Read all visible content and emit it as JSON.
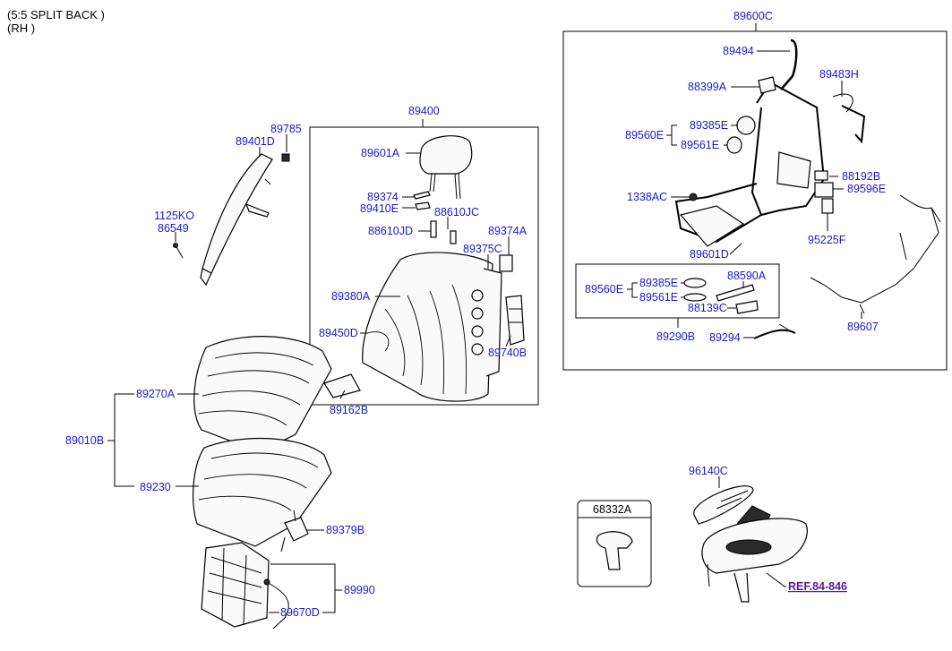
{
  "header": {
    "line1": "(5:5 SPLIT BACK )",
    "line2": "(RH )"
  },
  "labels": {
    "p89785": "89785",
    "p89401D": "89401D",
    "p1125KO": "1125KO",
    "p86549": "86549",
    "p89400": "89400",
    "p89601A": "89601A",
    "p89374": "89374",
    "p89410E": "89410E",
    "p88610JC": "88610JC",
    "p88610JD": "88610JD",
    "p89374A": "89374A",
    "p89375C": "89375C",
    "p89380A": "89380A",
    "p89450D": "89450D",
    "p89740B": "89740B",
    "p89270A": "89270A",
    "p89162B": "89162B",
    "p89010B": "89010B",
    "p89230": "89230",
    "p89379B": "89379B",
    "p89990": "89990",
    "p89670D": "89670D",
    "p89600C": "89600C",
    "p89494": "89494",
    "p89483H": "89483H",
    "p88399A": "88399A",
    "p89385E_a": "89385E",
    "p89560E_a": "89560E",
    "p89561E_a": "89561E",
    "p88192B": "88192B",
    "p1338AC": "1338AC",
    "p89596E": "89596E",
    "p95225F": "95225F",
    "p89601D": "89601D",
    "p89385E_b": "89385E",
    "p88590A": "88590A",
    "p89560E_b": "89560E",
    "p89561E_b": "89561E",
    "p88139C": "88139C",
    "p89290B": "89290B",
    "p89294": "89294",
    "p89607": "89607",
    "p68332A": "68332A",
    "p96140C": "96140C",
    "ref": "REF.84-846"
  }
}
